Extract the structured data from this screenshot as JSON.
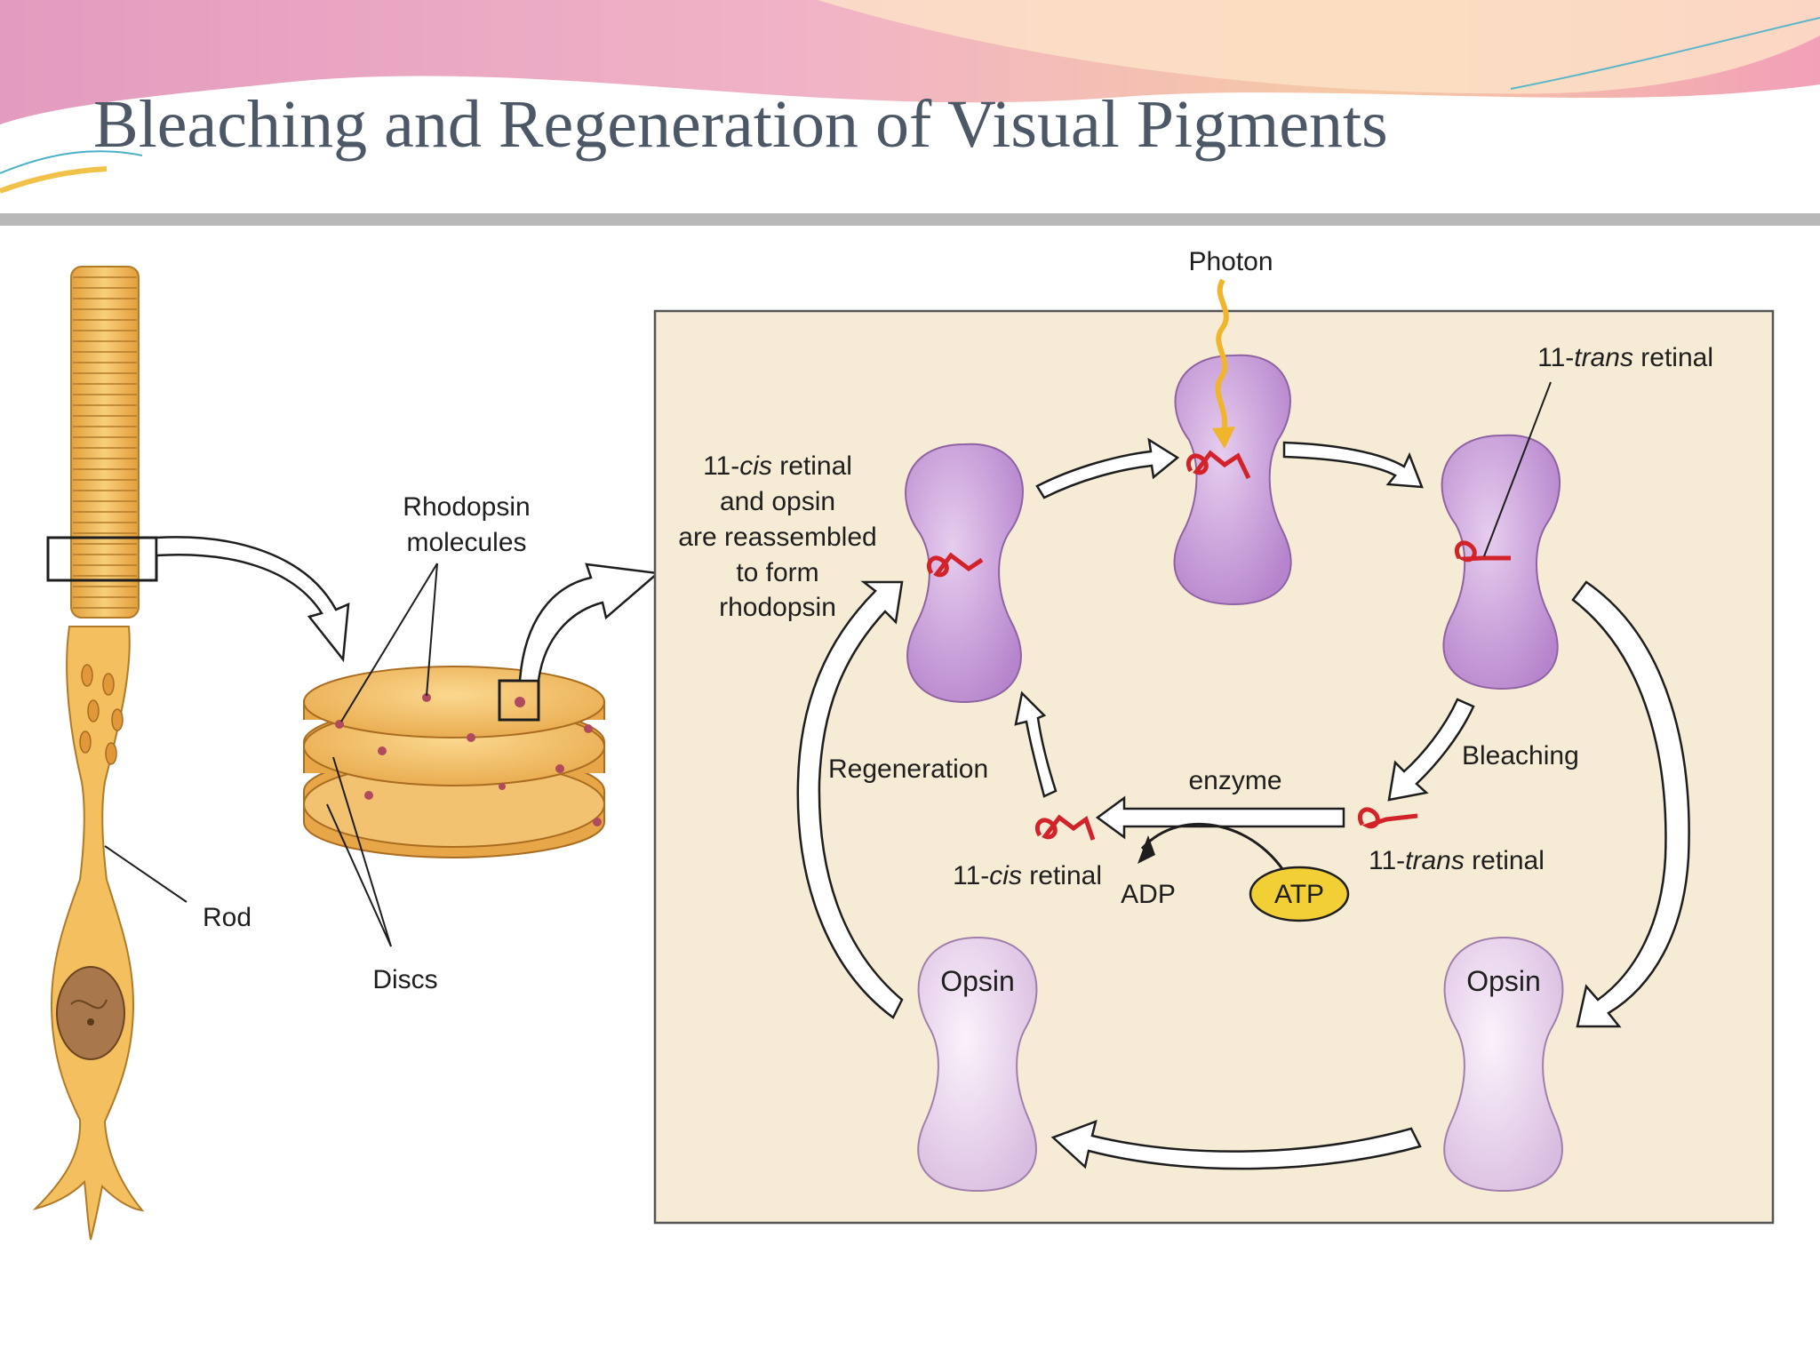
{
  "slide": {
    "title": "Bleaching and Regeneration of Visual Pigments"
  },
  "left_panel": {
    "rod_label": "Rod",
    "rhodopsin_label_line1": "Rhodopsin",
    "rhodopsin_label_line2": "molecules",
    "discs_label": "Discs"
  },
  "cycle": {
    "photon": "Photon",
    "reassembly_line1_num": "11-",
    "reassembly_line1_it": "cis",
    "reassembly_line1_rest": " retinal",
    "reassembly_line2": "and opsin",
    "reassembly_line3": "are reassembled",
    "reassembly_line4": "to form",
    "reassembly_line5": "rhodopsin",
    "trans_top_num": "11-",
    "trans_top_it": "trans",
    "trans_top_rest": " retinal",
    "bleaching": "Bleaching",
    "regeneration": "Regeneration",
    "enzyme": "enzyme",
    "cis_bottom_num": "11-",
    "cis_bottom_it": "cis",
    "cis_bottom_rest": " retinal",
    "trans_bottom_num": "11-",
    "trans_bottom_it": "trans",
    "trans_bottom_rest": " retinal",
    "adp": "ADP",
    "atp": "ATP",
    "opsin_left": "Opsin",
    "opsin_right": "Opsin"
  },
  "colors": {
    "title": "#4d5866",
    "panel_bg": "#f6ecd6",
    "rod": "#f0b54e",
    "opsin_bound": "#c79ad8",
    "opsin_free": "#ecd8ee",
    "retinal": "#d2232a",
    "photon": "#f0b52a",
    "atp": "#f2cf35"
  }
}
